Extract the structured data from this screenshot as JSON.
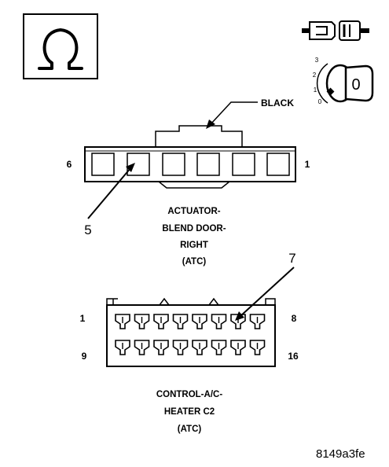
{
  "symbols": {
    "ohm_icon": "ohm-meter-icon",
    "connector_icon": "disconnected-connector-icon",
    "ignition_icon": "ignition-key-off-icon"
  },
  "ignition": {
    "positions": [
      "3",
      "2",
      "1",
      "0"
    ],
    "key_label": "0"
  },
  "top_connector": {
    "wire_label": "BLACK",
    "pin_left": "6",
    "pin_right": "1",
    "callout": "5",
    "caption": [
      "ACTUATOR-",
      "BLEND DOOR-",
      "RIGHT",
      "(ATC)"
    ]
  },
  "bottom_connector": {
    "pin_top_left": "1",
    "pin_top_right": "8",
    "pin_bottom_left": "9",
    "pin_bottom_right": "16",
    "callout": "7",
    "caption": [
      "CONTROL-A/C-",
      "HEATER C2",
      "(ATC)"
    ]
  },
  "figure_id": "8149a3fe"
}
